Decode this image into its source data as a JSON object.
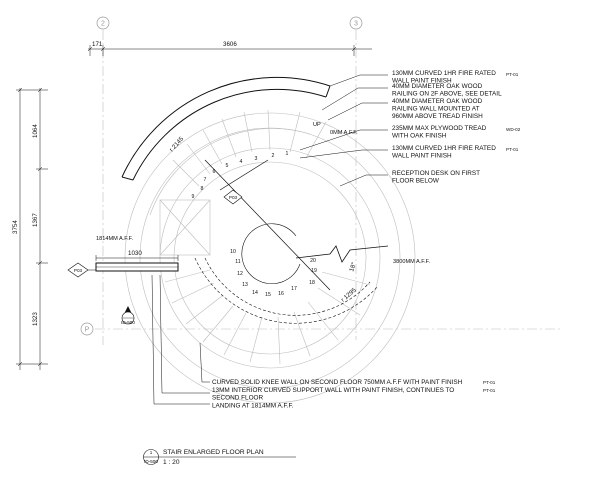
{
  "grid_bubbles": {
    "top_left": "2",
    "top_right": "3",
    "left_lower": "P"
  },
  "dimensions": {
    "top_small": "171",
    "top_main": "3606",
    "left_total": "3754",
    "left_1": "1064",
    "left_2": "1367",
    "left_3": "1323",
    "landing_width": "1030",
    "radius_upper": "r 2145",
    "radius_lower": "r 1295",
    "angle": "18°"
  },
  "levels": {
    "up": "UP",
    "zero_aff": "0MM A.F.F.",
    "landing_aff": "1814MM A.F.F.",
    "top_aff": "3800MM A.F.F."
  },
  "tags": {
    "p03_left": "P03",
    "p03_center": "P03",
    "section_ref": "ID-500"
  },
  "tread_numbers": [
    "1",
    "2",
    "3",
    "4",
    "5",
    "6",
    "7",
    "8",
    "9",
    "10",
    "11",
    "12",
    "13",
    "14",
    "15",
    "16",
    "17",
    "18",
    "19",
    "20"
  ],
  "notes_right": [
    {
      "lines": [
        "130MM CURVED 1HR FIRE RATED",
        "WALL PAINT FINISH"
      ],
      "code": "PT-01"
    },
    {
      "lines": [
        "40MM DIAMETER OAK WOOD",
        "RAILING ON 2F ABOVE, SEE DETAIL"
      ],
      "code": ""
    },
    {
      "lines": [
        "40MM DIAMETER OAK WOOD",
        "RAILING WALL MOUNTED AT",
        "960MM ABOVE TREAD FINISH"
      ],
      "code": ""
    },
    {
      "lines": [
        "235MM MAX PLYWOOD TREAD",
        "WITH OAK FINISH"
      ],
      "code": "WD-02"
    },
    {
      "lines": [
        "130MM CURVED 1HR FIRE RATED",
        "WALL PAINT FINISH"
      ],
      "code": "PT-01"
    },
    {
      "lines": [
        "RECEPTION DESK ON FIRST",
        "FLOOR BELOW"
      ],
      "code": ""
    }
  ],
  "notes_bottom": [
    {
      "text": "CURVED SOLID KNEE WALL ON SECOND FLOOR 750MM A.F.F WITH PAINT FINISH",
      "code": "PT-01"
    },
    {
      "text": "13MM INTERIOR CURVED SUPPORT WALL WITH PAINT FINISH, CONTINUES TO",
      "code": "PT-01"
    },
    {
      "text": "SECOND FLOOR",
      "code": ""
    },
    {
      "text": "LANDING AT 1814MM A.F.F.",
      "code": ""
    }
  ],
  "title_block": {
    "number": "1",
    "sheet": "ID-500",
    "title": "STAIR ENLARGED FLOOR PLAN",
    "scale": "1 : 20"
  },
  "colors": {
    "line": "#111111",
    "light": "#bdbdbd",
    "grid": "#9a9a9a"
  }
}
